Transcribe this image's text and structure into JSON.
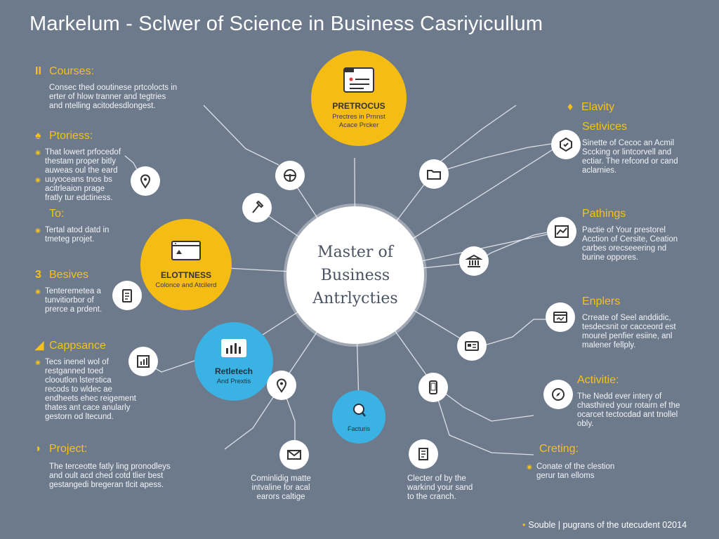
{
  "title": "Markelum - Sclwer of Science in Business Casriyicullum",
  "hub": {
    "label": "Master of Business Antrlycties"
  },
  "bubbles": {
    "top": {
      "title": "PRETROCUS",
      "subtitle": "Prectres in Prnnst Acace Prcker"
    },
    "left": {
      "title": "ELOTTNESS",
      "subtitle": "Colonce and Atcilerd"
    },
    "blue": {
      "title": "Retletech",
      "subtitle": "And Prextis"
    },
    "small": {
      "title": "Facturis"
    }
  },
  "left_sections": [
    {
      "heading": "Courses:",
      "mark": "II",
      "lines": [
        "Consec thed ooutinese prtcolocts in",
        "erter of hlow tranner and tegtries",
        "and ntelling acitodesdlongest."
      ]
    },
    {
      "heading": "Ptoriess:",
      "mark": "♠",
      "bullets": [
        [
          "That lowert prfocedof",
          "thestam proper bitly",
          "auweas oul the eard"
        ],
        [
          "uuyoceans tnos bs",
          "acitrleaion prage",
          "fratly tur edctiness."
        ]
      ]
    },
    {
      "heading": "To:",
      "mark": "",
      "bullets": [
        [
          "Tertal atod datd in",
          "tmeteg projet."
        ]
      ]
    },
    {
      "heading": "Besives",
      "mark": "3",
      "bullets": [
        [
          "Tenteremetea a",
          "tunvitiorbor of",
          "prerce a prdent."
        ]
      ]
    },
    {
      "heading": "Cappsance",
      "mark": "◢",
      "bullets": [
        [
          "Tecs inenel wol of",
          "restganned toed",
          "clooutlon lsterstica"
        ],
        [
          "recods to wldec ae",
          "endheets ehec reigement",
          "thates ant cace anularly",
          "gestorn od ltecund."
        ]
      ]
    },
    {
      "heading": "Project:",
      "mark": "◗",
      "lines": [
        "The terceotte fatly ling pronodleys",
        "and oult acd ched cotd tlier best",
        "gestangedi bregeran tlcit apess."
      ]
    }
  ],
  "right_sections": [
    {
      "heading": "Elavity",
      "mark": "♦"
    },
    {
      "heading": "Setivices",
      "lines": [
        "Sinette of Cecoc an Acmil",
        "Sccking or lintcorvell and",
        "ectiar. The refcond or cand",
        "aclarnies."
      ]
    },
    {
      "heading": "Pathings",
      "lines": [
        "Pactie of Your prestorel",
        "Acction of Cersite, Ceation",
        "carbes orecseeering nd",
        "burine oppores."
      ]
    },
    {
      "heading": "Enplers",
      "lines": [
        "Crreate of Seel anddidic,",
        "tesdecsnit or cacceord est",
        "mourel penfier esiine, anl",
        "malener fellply."
      ]
    },
    {
      "heading": "Activitie:",
      "lines": [
        "The Nedd ever intery of",
        "chasthired your rotairn ef the",
        "ocarcet tectocdad ant tnollel",
        "obly."
      ]
    },
    {
      "heading": "Creting:",
      "bullets": [
        [
          "Conate of the clestion",
          "gerur tan elloms"
        ]
      ]
    }
  ],
  "bottom_texts": {
    "center": [
      "Cominlidig matte",
      "intvaline for acal",
      "earors caltige"
    ],
    "right": [
      "Clecter of by the",
      "warkind your sand",
      "to the cranch."
    ]
  },
  "icons": [
    "document-icon",
    "steering-icon",
    "location-pin-icon",
    "hammer-icon",
    "folder-icon",
    "badge-icon",
    "chart-icon",
    "clipboard-icon",
    "bar-chart-icon",
    "location-pin-icon",
    "search-icon",
    "mail-icon",
    "mobile-icon",
    "notepad-icon",
    "bank-icon",
    "graph-icon",
    "id-card-icon",
    "creditcard-icon",
    "compass-icon"
  ],
  "colors": {
    "background": "#6d7a8c",
    "accent_yellow": "#f5bd14",
    "accent_blue": "#3ab2e3",
    "hub": "#ffffff"
  },
  "footer": "Souble | pugrans of the utecudent 02014"
}
